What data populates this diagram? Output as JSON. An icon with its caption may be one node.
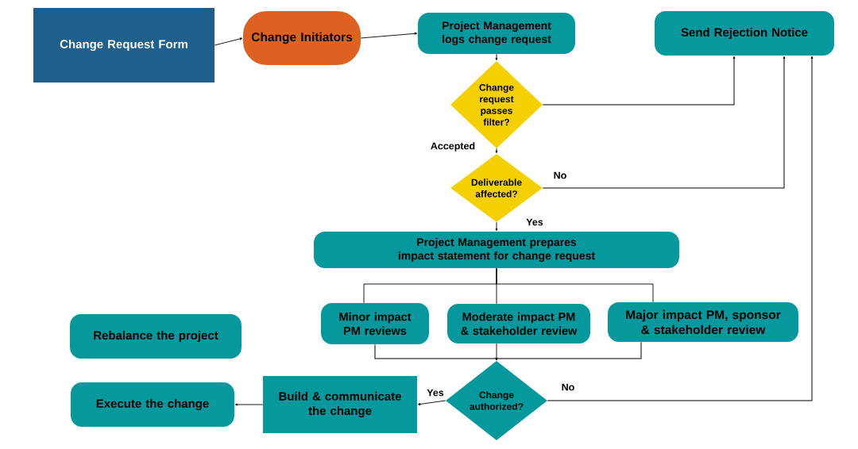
{
  "diagram": {
    "nodes": [
      {
        "text": [
          "Change Request Form"
        ]
      },
      {
        "text": [
          "Change Initiators"
        ]
      },
      {
        "text": [
          "Project Management logs change request"
        ]
      },
      {
        "text": [
          "Send Rejection Notice"
        ]
      },
      {
        "text": [
          "Change request passes filter?"
        ]
      },
      {
        "text": [
          "Deliverable affected?"
        ]
      },
      {
        "text": [
          "Project Management prepares impact statement for change request"
        ]
      },
      {
        "text": [
          "Minor impact PM reviews"
        ]
      },
      {
        "text": [
          "Moderate impact PM & stakeholder review"
        ]
      },
      {
        "text": [
          "Major impact PM, sponsor & stakeholder review"
        ]
      },
      {
        "text": [
          "Rebalance the project"
        ]
      },
      {
        "text": [
          "Build & communicate the change"
        ]
      },
      {
        "text": [
          "Change authorized?"
        ]
      },
      {
        "text": [
          "Execute the change"
        ]
      }
    ],
    "edges": [
      {
        "from": 0,
        "to": 1,
        "arrow": "to"
      },
      {
        "from": 1,
        "to": 2,
        "arrow": "to"
      },
      {
        "from": 2,
        "to": 4,
        "arrow": "to"
      },
      {
        "from": 4,
        "to": 3,
        "arrow": "to"
      },
      {
        "from": 4,
        "to": 5,
        "label": "Accepted",
        "arrow": "to"
      },
      {
        "from": 5,
        "to": 3,
        "label": "No",
        "arrow": "to"
      },
      {
        "from": 5,
        "to": 6,
        "label": "Yes",
        "arrow": "to"
      },
      {
        "from": 6,
        "to": 7,
        "arrow": "none"
      },
      {
        "from": 6,
        "to": 8,
        "arrow": "none"
      },
      {
        "from": 6,
        "to": 9,
        "arrow": "none"
      },
      {
        "from": 7,
        "to": 12,
        "arrow": "to"
      },
      {
        "from": 8,
        "to": 12,
        "arrow": "to"
      },
      {
        "from": 9,
        "to": 12,
        "arrow": "to"
      },
      {
        "from": 12,
        "to": 11,
        "label": "Yes",
        "arrow": "to"
      },
      {
        "from": 12,
        "to": 3,
        "label": "No",
        "arrow": "to"
      },
      {
        "from": 11,
        "to": 13,
        "arrow": "to"
      }
    ]
  }
}
